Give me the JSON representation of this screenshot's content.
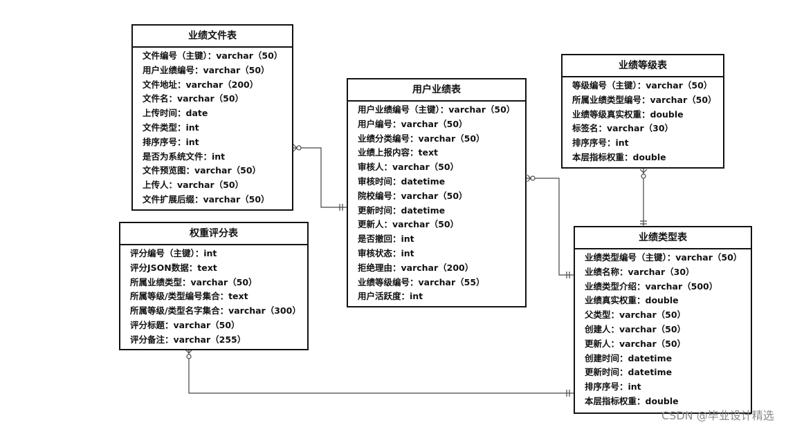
{
  "entities": {
    "file": {
      "title": "业绩文件表",
      "fields": [
        "文件编号（主键）：varchar（50）",
        "用户业绩编号：varchar（50）",
        "文件地址：varchar（200）",
        "文件名：varchar（50）",
        "上传时间：date",
        "文件类型：int",
        "排序序号：int",
        "是否为系统文件：int",
        "文件预览图：varchar（50）",
        "上传人：varchar（50）",
        "文件扩展后缀：varchar（50）"
      ]
    },
    "weight": {
      "title": "权重评分表",
      "fields": [
        "评分编号（主键）：int",
        "评分JSON数据：text",
        "所属业绩类型：varchar（50）",
        "所属等级/类型编号集合：text",
        "所属等级/类型名字集合：varchar（300）",
        "评分标题：varchar（50）",
        "评分备注：varchar（255）"
      ]
    },
    "user_perf": {
      "title": "用户业绩表",
      "fields": [
        "用户业绩编号（主键）：varchar（50）",
        "用户编号：varchar（50）",
        "业绩分类编号：varchar（50）",
        "业绩上报内容：text",
        "审核人：varchar（50）",
        "审核时间：datetime",
        "院校编号：varchar（50）",
        "更新时间：datetime",
        "更新人：varchar（50）",
        "是否撤回：int",
        "审核状态：int",
        "拒绝理由：varchar（200）",
        "业绩等级编号：varchar（55）",
        "用户活跃度：int"
      ]
    },
    "level": {
      "title": "业绩等级表",
      "fields": [
        "等级编号（主键）：varchar（50）",
        "所属业绩类型编号：varchar（50）",
        "业绩等级真实权重：double",
        "标签名：varchar（30）",
        "排序序号：int",
        "本层指标权重：double"
      ]
    },
    "type": {
      "title": "业绩类型表",
      "fields": [
        "业绩类型编号（主键）：varchar（50）",
        "业绩名称：varchar（30）",
        "业绩类型介绍：varchar（500）",
        "业绩真实权重：double",
        "父类型：varchar（50）",
        "创建人：varchar（50）",
        "更新人：varchar（50）",
        "创建时间：datetime",
        "更新时间：datetime",
        "排序序号：int",
        "本层指标权重：double"
      ]
    }
  },
  "watermark": "CSDN @毕业设计精选"
}
